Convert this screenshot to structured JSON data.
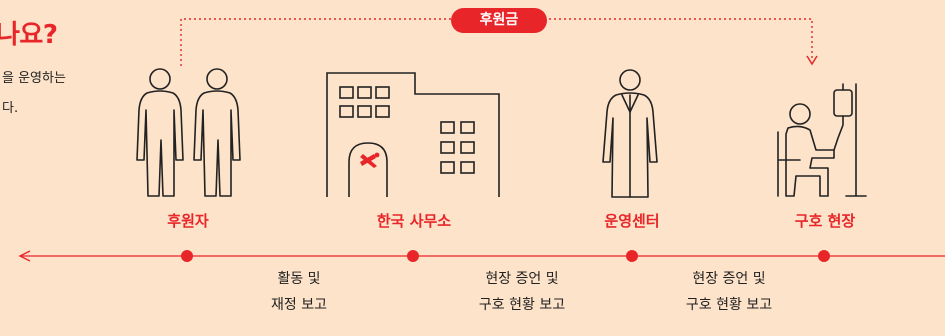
{
  "heading": "나요?",
  "description": [
    "을 운영하는",
    "다."
  ],
  "flow_label": "후원금",
  "stages": [
    {
      "label": "후원자"
    },
    {
      "label": "한국 사무소"
    },
    {
      "label": "운영센터"
    },
    {
      "label": "구호 현장"
    }
  ],
  "reports": [
    {
      "line1": "활동 및",
      "line2": "재정 보고"
    },
    {
      "line1": "현장 증언 및",
      "line2": "구호 현황 보고"
    },
    {
      "line1": "현장 증언 및",
      "line2": "구호 현황 보고"
    }
  ],
  "colors": {
    "accent": "#e8262a",
    "background": "#fde3c9",
    "ink": "#222222"
  }
}
